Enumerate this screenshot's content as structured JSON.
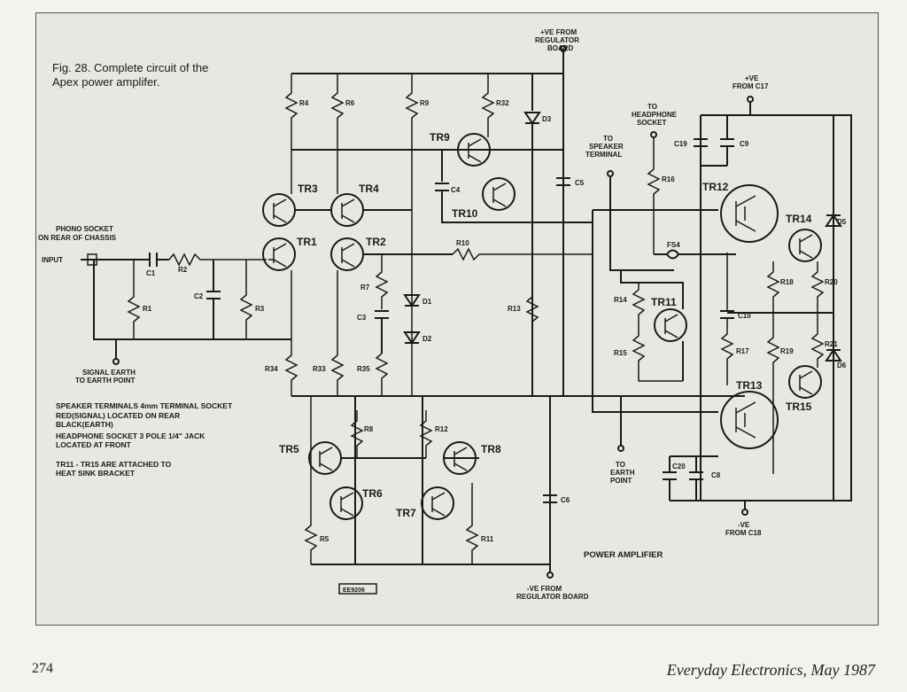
{
  "figure": {
    "caption_line1": "Fig. 28. Complete circuit of the",
    "caption_line2": "Apex power amplifer.",
    "section_label": "POWER AMPLIFIER",
    "board_ref": "EE9206"
  },
  "labels": {
    "ve_reg_1": "+VE FROM",
    "ve_reg_2": "REGULATOR",
    "ve_reg_3": "BOARD",
    "ve_c17_1": "+VE",
    "ve_c17_2": "FROM C17",
    "headphone_1": "TO",
    "headphone_2": "HEADPHONE",
    "headphone_3": "SOCKET",
    "speaker_1": "TO",
    "speaker_2": "SPEAKER",
    "speaker_3": "TERMINAL",
    "phono_1": "PHONO SOCKET",
    "phono_2": "ON REAR OF CHASSIS",
    "input": "INPUT",
    "signal_earth_1": "SIGNAL EARTH",
    "signal_earth_2": "TO EARTH POINT",
    "earth_point_1": "TO",
    "earth_point_2": "EARTH",
    "earth_point_3": "POINT",
    "neg_c18_1": "-VE",
    "neg_c18_2": "FROM C18",
    "neg_reg_1": "-VE FROM",
    "neg_reg_2": "REGULATOR BOARD"
  },
  "notes": [
    "SPEAKER TERMINALS 4mm TERMINAL SOCKET",
    "RED(SIGNAL)   LOCATED ON REAR",
    "BLACK(EARTH)",
    "HEADPHONE SOCKET 3 POLE 1/4\" JACK",
    "LOCATED AT FRONT",
    "TR11 - TR15 ARE ATTACHED TO",
    "HEAT SINK BRACKET"
  ],
  "transistors": {
    "tr1": "TR1",
    "tr2": "TR2",
    "tr3": "TR3",
    "tr4": "TR4",
    "tr5": "TR5",
    "tr6": "TR6",
    "tr7": "TR7",
    "tr8": "TR8",
    "tr9": "TR9",
    "tr10": "TR10",
    "tr11": "TR11",
    "tr12": "TR12",
    "tr13": "TR13",
    "tr14": "TR14",
    "tr15": "TR15"
  },
  "resistors": {
    "r1": "R1",
    "r2": "R2",
    "r3": "R3",
    "r4": "R4",
    "r5": "R5",
    "r6": "R6",
    "r7": "R7",
    "r8": "R8",
    "r9": "R9",
    "r10": "R10",
    "r11": "R11",
    "r12": "R12",
    "r13": "R13",
    "r14": "R14",
    "r15": "R15",
    "r16": "R16",
    "r17": "R17",
    "r18": "R18",
    "r19": "R19",
    "r20": "R20",
    "r21": "R21",
    "r32": "R32",
    "r33": "R33",
    "r34": "R34",
    "r35": "R35"
  },
  "capacitors": {
    "c1": "C1",
    "c2": "C2",
    "c3": "C3",
    "c4": "C4",
    "c5": "C5",
    "c6": "C6",
    "c8": "C8",
    "c9": "C9",
    "c10": "C10",
    "c19": "C19",
    "c20": "C20"
  },
  "diodes": {
    "d1": "D1",
    "d2": "D2",
    "d3": "D3",
    "d5": "D5",
    "d6": "D6"
  },
  "fuse": "FS4",
  "page_number": "274",
  "publication": "Everyday Electronics, May 1987"
}
